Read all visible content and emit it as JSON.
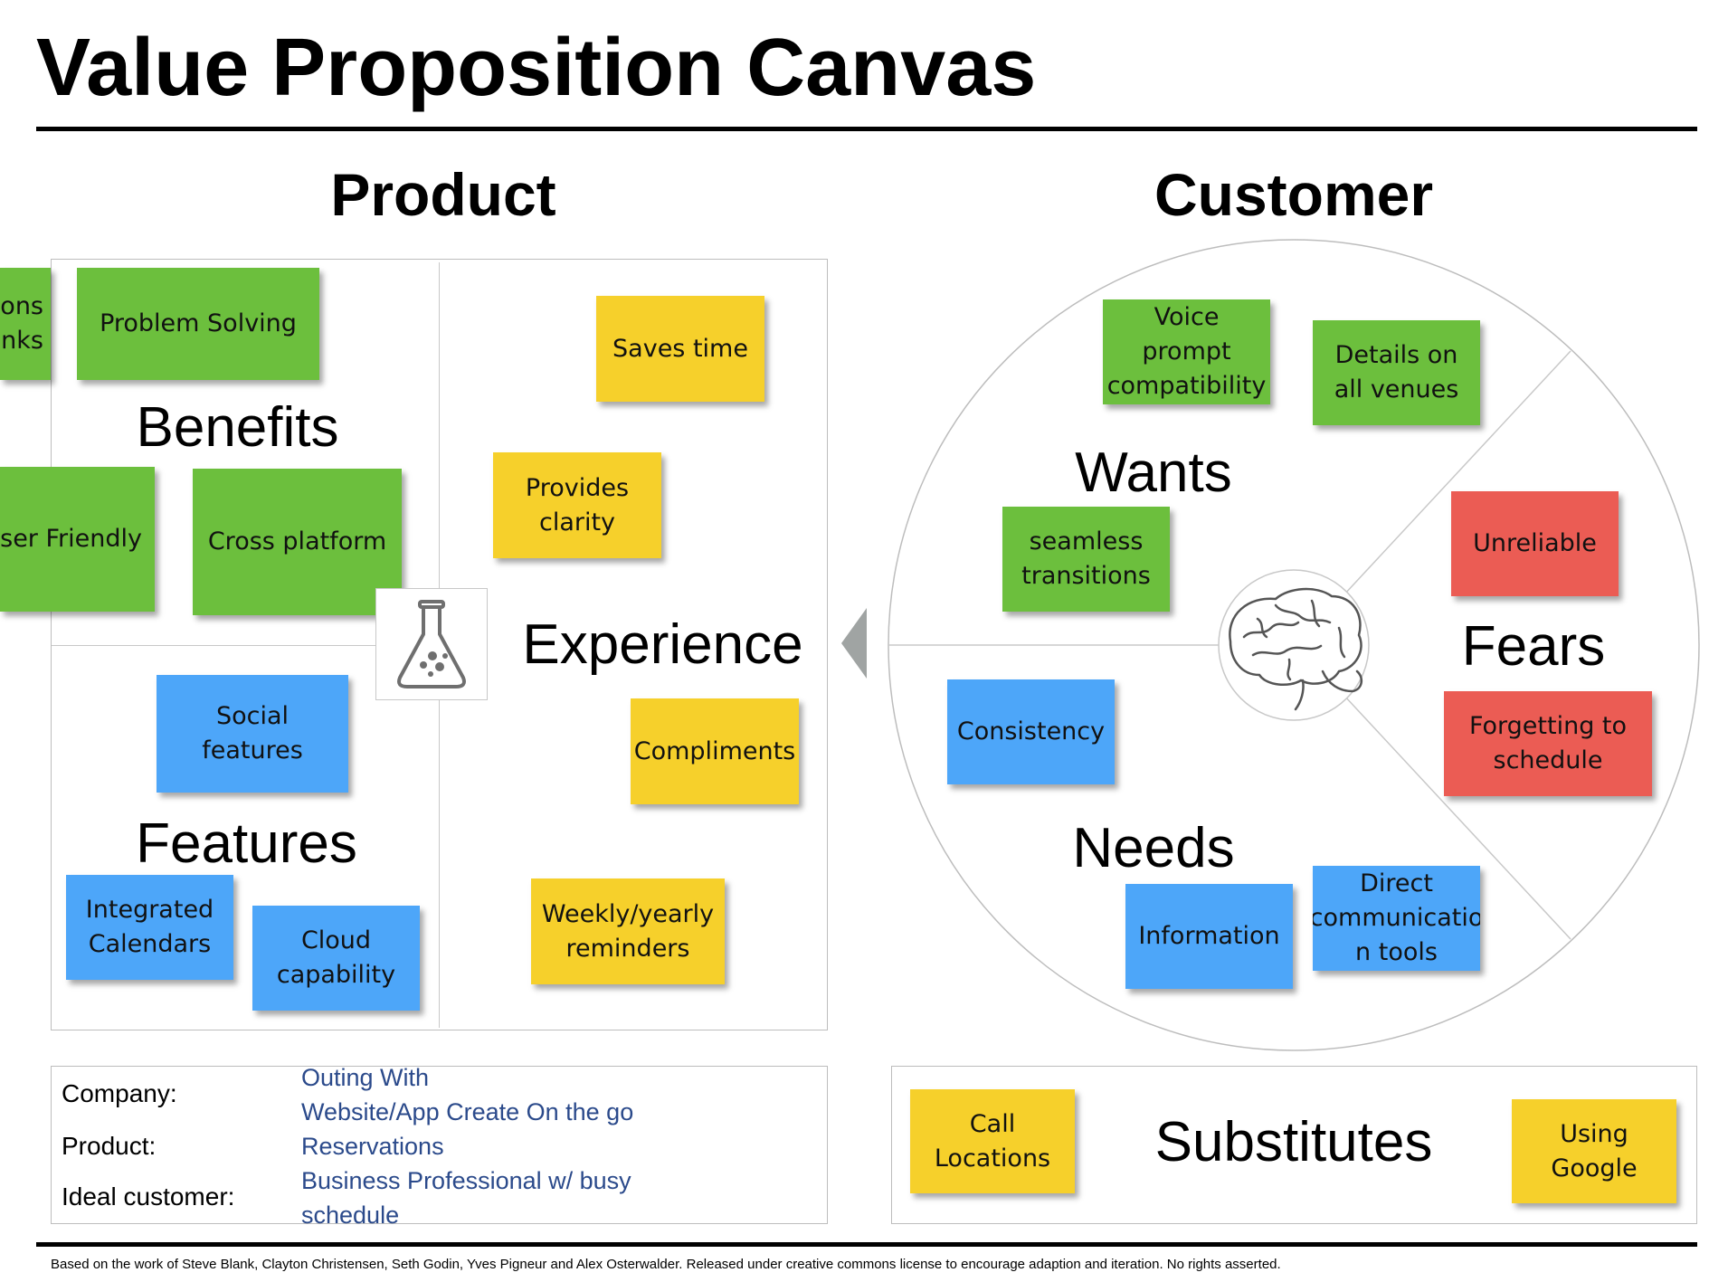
{
  "title": "Value Proposition Canvas",
  "product": {
    "heading": "Product",
    "sections": {
      "benefits": "Benefits",
      "features": "Features",
      "experience": "Experience"
    },
    "benefits_notes": [
      "ions\nnks",
      "Problem Solving",
      "ser Friendly",
      "Cross platform"
    ],
    "features_notes": [
      "Social features",
      "Integrated Calendars",
      "Cloud capability"
    ],
    "experience_notes": [
      "Saves time",
      "Provides clarity",
      "Compliments",
      "Weekly/yearly reminders"
    ],
    "icon": "flask-icon"
  },
  "customer": {
    "heading": "Customer",
    "sections": {
      "wants": "Wants",
      "fears": "Fears",
      "needs": "Needs"
    },
    "wants_notes": [
      "Voice  prompt compatibility",
      "Details on all venues",
      "seamless transitions"
    ],
    "fears_notes": [
      "Unreliable",
      "Forgetting to schedule"
    ],
    "needs_notes": [
      "Consistency",
      "Information",
      "Direct communicatio n tools"
    ],
    "icon": "brain-icon"
  },
  "info": {
    "company_label": "Company:",
    "product_label": "Product:",
    "customer_label": "Ideal customer:",
    "value_lines": [
      "Outing With",
      "Website/App Create On the go",
      "Reservations",
      "Business Professional w/ busy",
      "schedule"
    ]
  },
  "substitutes": {
    "label": "Substitutes",
    "notes": [
      "Call Locations",
      "Using Google"
    ]
  },
  "footer": "Based on the work of Steve Blank, Clayton Christensen, Seth Godin, Yves Pigneur and Alex Osterwalder. Released under creative commons license to encourage adaption and iteration. No rights asserted.",
  "colors": {
    "green": "#6cbf3d",
    "yellow": "#f6d02b",
    "blue": "#4da6f9",
    "red": "#eb5c54",
    "arrow": "#a0a4a3"
  }
}
